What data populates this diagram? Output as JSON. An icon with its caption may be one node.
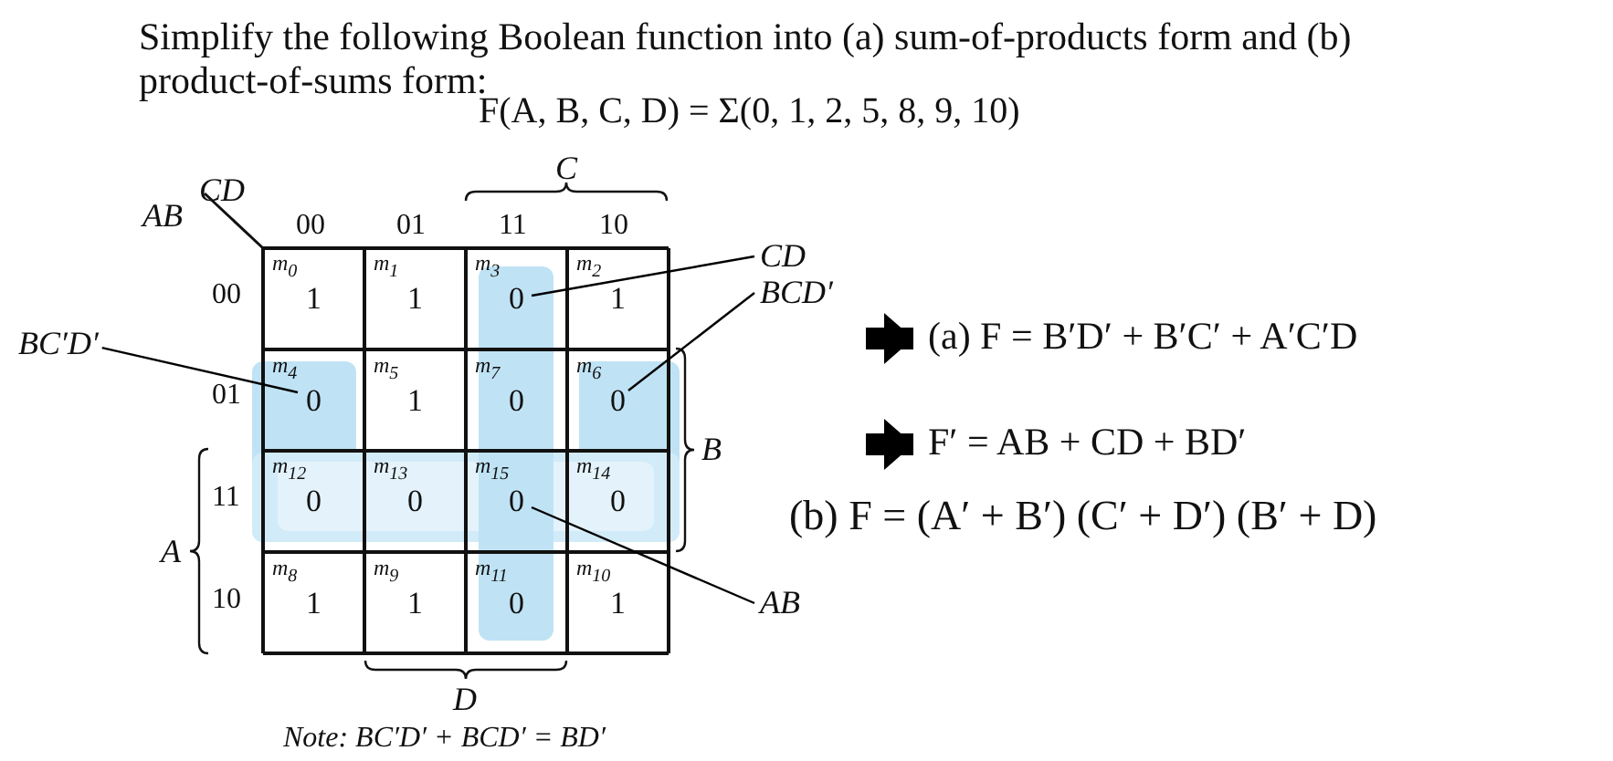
{
  "diagram": {
    "title": "Simplify the following Boolean function into (a) sum-of-products form and (b) product-of-sums form:",
    "nodes": [
      {
        "text": [
          "m$_{0}$",
          "1"
        ]
      },
      {
        "text": [
          "m$_{1}$",
          "1"
        ]
      },
      {
        "text": [
          "m$_{3}$",
          "0"
        ]
      },
      {
        "text": [
          "m$_{2}$",
          "1"
        ]
      },
      {
        "text": [
          "m$_{4}$",
          "0"
        ]
      },
      {
        "text": [
          "m$_{5}$",
          "1"
        ]
      },
      {
        "text": [
          "m$_{7}$",
          "0"
        ]
      },
      {
        "text": [
          "m$_{6}$",
          "0"
        ]
      },
      {
        "text": [
          "m$_{12}$",
          "0"
        ]
      },
      {
        "text": [
          "m$_{13}$",
          "0"
        ]
      },
      {
        "text": [
          "m$_{15}$",
          "0"
        ]
      },
      {
        "text": [
          "m$_{14}$",
          "0"
        ]
      },
      {
        "text": [
          "m$_{8}$",
          "1"
        ]
      },
      {
        "text": [
          "m$_{9}$",
          "1"
        ]
      },
      {
        "text": [
          "m$_{11}$",
          "0"
        ]
      },
      {
        "text": [
          "m$_{10}$",
          "1"
        ]
      },
      {
        "text": [
          "BC′D′"
        ]
      },
      {
        "text": [
          "CD"
        ]
      },
      {
        "text": [
          "BCD′"
        ]
      },
      {
        "text": [
          "AB"
        ]
      },
      {
        "text": [
          "(a)  F = B′D′ + B′C′ + A′C′D"
        ]
      },
      {
        "text": [
          "F′ = AB + CD + BD′"
        ]
      }
    ],
    "edges": [
      {
        "from": 17,
        "to": 2,
        "arrow": "none"
      },
      {
        "from": 18,
        "to": 7,
        "arrow": "none"
      },
      {
        "from": 16,
        "to": 4,
        "arrow": "none"
      },
      {
        "from": 19,
        "to": 10,
        "arrow": "none"
      },
      {
        "from": null,
        "to": 20,
        "arrow": "to",
        "style": "thick"
      },
      {
        "from": null,
        "to": 21,
        "arrow": "to",
        "style": "thick"
      }
    ],
    "labels": [
      "F(A, B, C, D) = Σ(0, 1, 2, 5, 8, 9, 10)",
      "C",
      "CD",
      "AB",
      "00",
      "01",
      "11",
      "10",
      "00",
      "01",
      "11",
      "10",
      "B",
      "A",
      "(b)  F = (A′ + B′) (C′ + D′) (B′ + D)",
      "D"
    ],
    "caption": "Note: BC′D′ + BCD′ = BD′"
  }
}
